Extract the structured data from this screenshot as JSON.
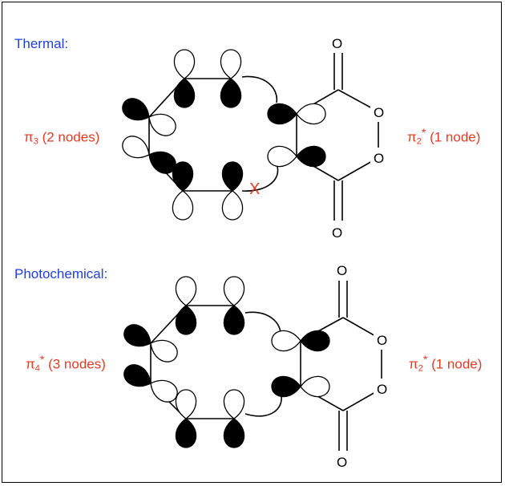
{
  "thermal": {
    "heading": "Thermal:",
    "left_orbital": {
      "symbol": "π",
      "sub": "3",
      "sup": "",
      "suffix": " (2 nodes)"
    },
    "right_orbital": {
      "symbol": "π",
      "sub": "2",
      "sup": "*",
      "suffix": " (1 node)"
    },
    "forbidden_mark": "X"
  },
  "photochemical": {
    "heading": "Photochemical:",
    "left_orbital": {
      "symbol": "π",
      "sub": "4",
      "sup": "*",
      "suffix": " (3 nodes)"
    },
    "right_orbital": {
      "symbol": "π",
      "sub": "2",
      "sup": "*",
      "suffix": " (1 node)"
    }
  },
  "atoms": {
    "carbonyl_oxygen": "O",
    "ring_oxygen": "O"
  },
  "colors": {
    "heading": "#1f3fe0",
    "orbital_label": "#e23b24",
    "forbidden": "#e23b24"
  }
}
